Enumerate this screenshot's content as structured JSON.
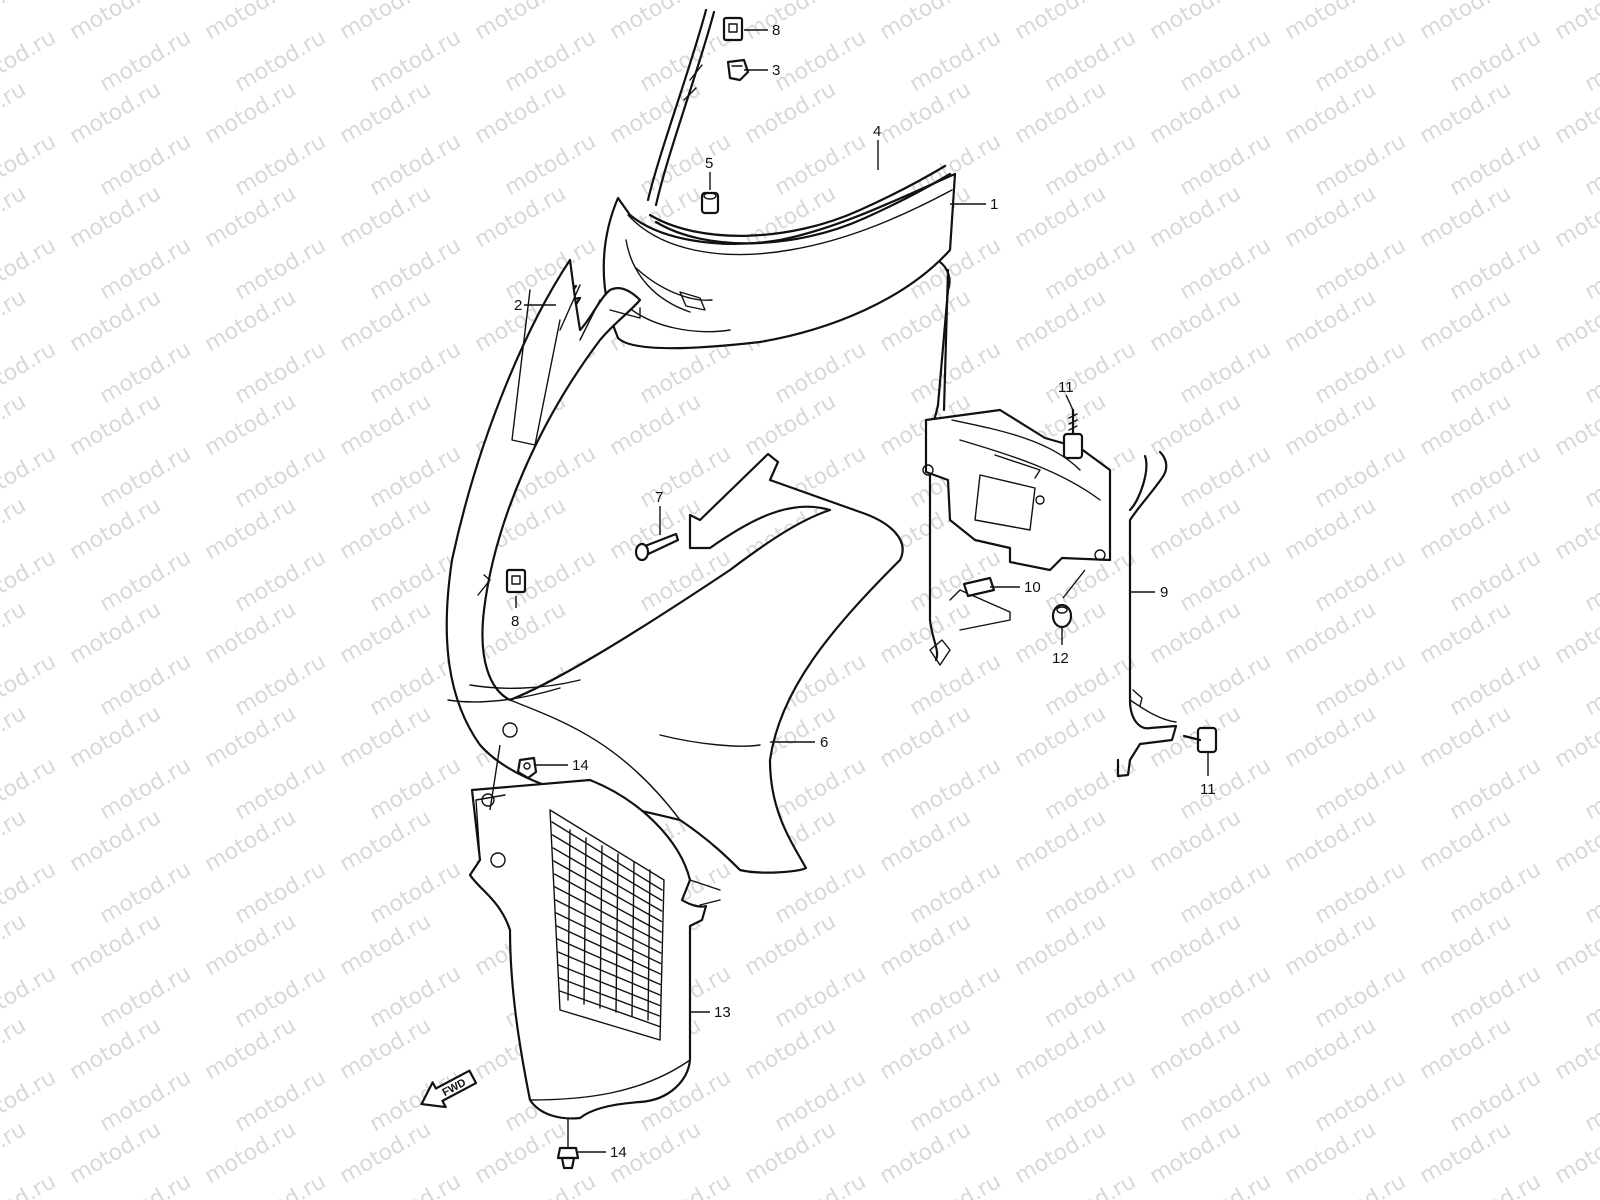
{
  "watermark": {
    "text": "motod.ru",
    "color": "#b9b9b9"
  },
  "callouts": [
    {
      "id": "c1",
      "label": "1"
    },
    {
      "id": "c2",
      "label": "2"
    },
    {
      "id": "c3",
      "label": "3"
    },
    {
      "id": "c4",
      "label": "4"
    },
    {
      "id": "c5",
      "label": "5"
    },
    {
      "id": "c6",
      "label": "6"
    },
    {
      "id": "c7",
      "label": "7"
    },
    {
      "id": "c8a",
      "label": "8"
    },
    {
      "id": "c8b",
      "label": "8"
    },
    {
      "id": "c9",
      "label": "9"
    },
    {
      "id": "c10",
      "label": "10"
    },
    {
      "id": "c11a",
      "label": "11"
    },
    {
      "id": "c11b",
      "label": "11"
    },
    {
      "id": "c12",
      "label": "12"
    },
    {
      "id": "c13",
      "label": "13"
    },
    {
      "id": "c14a",
      "label": "14"
    },
    {
      "id": "c14b",
      "label": "14"
    }
  ],
  "fwd_arrow": {
    "label": "FWD",
    "icon": "fwd-arrow-icon"
  }
}
